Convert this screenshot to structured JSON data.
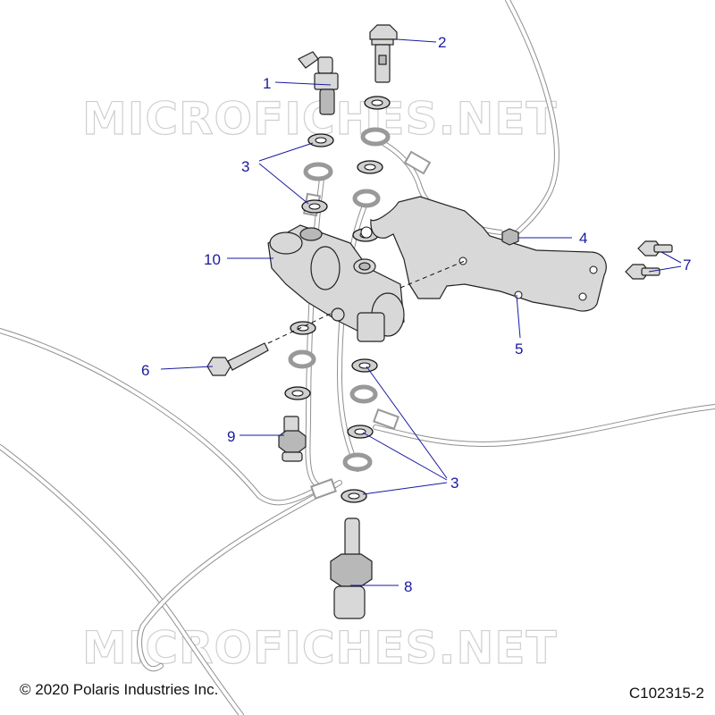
{
  "watermark": "MICROFICHES.NET",
  "copyright": "© 2020 Polaris Industries Inc.",
  "figure_code": "C102315-2",
  "callouts": {
    "c1": "1",
    "c2": "2",
    "c3a": "3",
    "c3b": "3",
    "c4": "4",
    "c5": "5",
    "c6": "6",
    "c7": "7",
    "c8": "8",
    "c9": "9",
    "c10": "10"
  }
}
